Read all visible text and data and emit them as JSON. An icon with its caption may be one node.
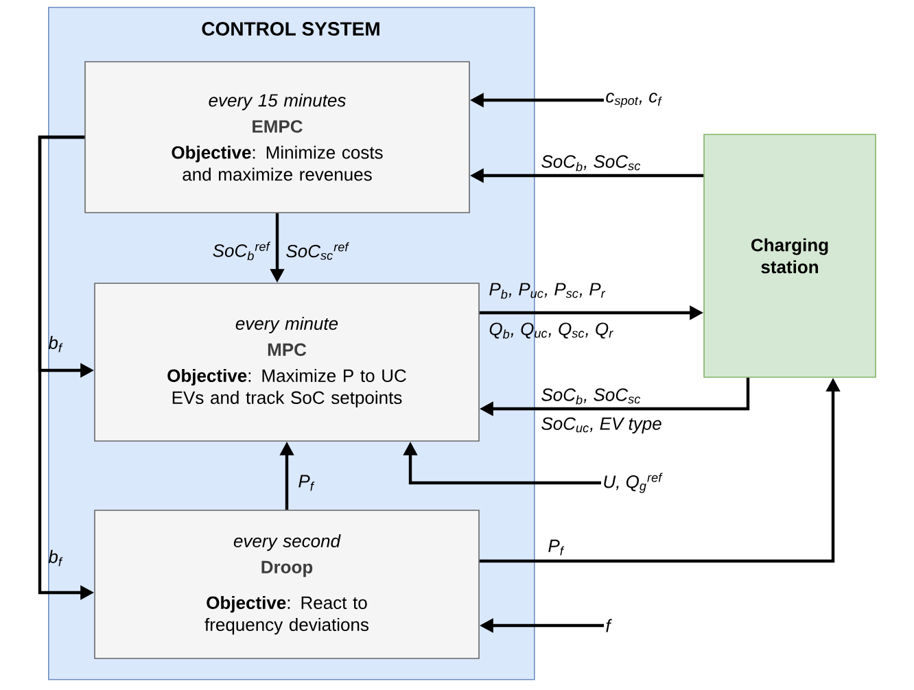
{
  "diagram": {
    "nodes": [
      {
        "text": [
          "CONTROL SYSTEM"
        ]
      },
      {
        "text": [
          "every 15 minutes",
          "EMPC",
          "**Objective**: Minimize costs and maximize revenues"
        ],
        "in": 0
      },
      {
        "text": [
          "every minute",
          "MPC",
          "**Objective**: Maximize P to UC EVs and track SoC setpoints"
        ],
        "in": 0
      },
      {
        "text": [
          "every second",
          "Droop",
          "**Objective**: React to frequency deviations"
        ],
        "in": 0
      },
      {
        "text": [
          "Charging station"
        ]
      },
      {
        "text": [
          "c$_{spot}$, c$_{f}$"
        ]
      },
      {
        "text": [
          "U, Q$_{g}$$^{ref}$"
        ]
      },
      {
        "text": [
          "f"
        ]
      }
    ],
    "edges": [
      {
        "from": 5,
        "to": 1,
        "arrow": "to"
      },
      {
        "from": 4,
        "to": 1,
        "arrow": "to",
        "label": "SoC$_{b}$, SoC$_{sc}$"
      },
      {
        "from": 1,
        "to": 2,
        "arrow": "to",
        "label": "SoC$_{b}$$^{ref}$"
      },
      {
        "from": 1,
        "to": 2,
        "arrow": "to",
        "label": "b$_{f}$"
      },
      {
        "from": 1,
        "to": 3,
        "arrow": "to",
        "label": "b$_{f}$"
      },
      {
        "from": 2,
        "to": 4,
        "arrow": "to",
        "label": "P$_{b}$, P$_{uc}$, P$_{sc}$, P$_{r}$"
      },
      {
        "from": 4,
        "to": 2,
        "arrow": "to",
        "label": "SoC$_{b}$, SoC$_{sc}$"
      },
      {
        "from": 6,
        "to": 2,
        "arrow": "to"
      },
      {
        "from": 3,
        "to": 2,
        "arrow": "to",
        "label": "P$_{f}$"
      },
      {
        "from": 3,
        "to": 4,
        "arrow": "to",
        "label": "P$_{f}$"
      },
      {
        "from": 7,
        "to": 3,
        "arrow": "to"
      }
    ],
    "labels": [
      "SoC$_{sc}$$^{ref}$",
      "Q$_{b}$, Q$_{uc}$, Q$_{sc}$, Q$_{r}$",
      "SoC$_{uc}$, EV type"
    ]
  }
}
